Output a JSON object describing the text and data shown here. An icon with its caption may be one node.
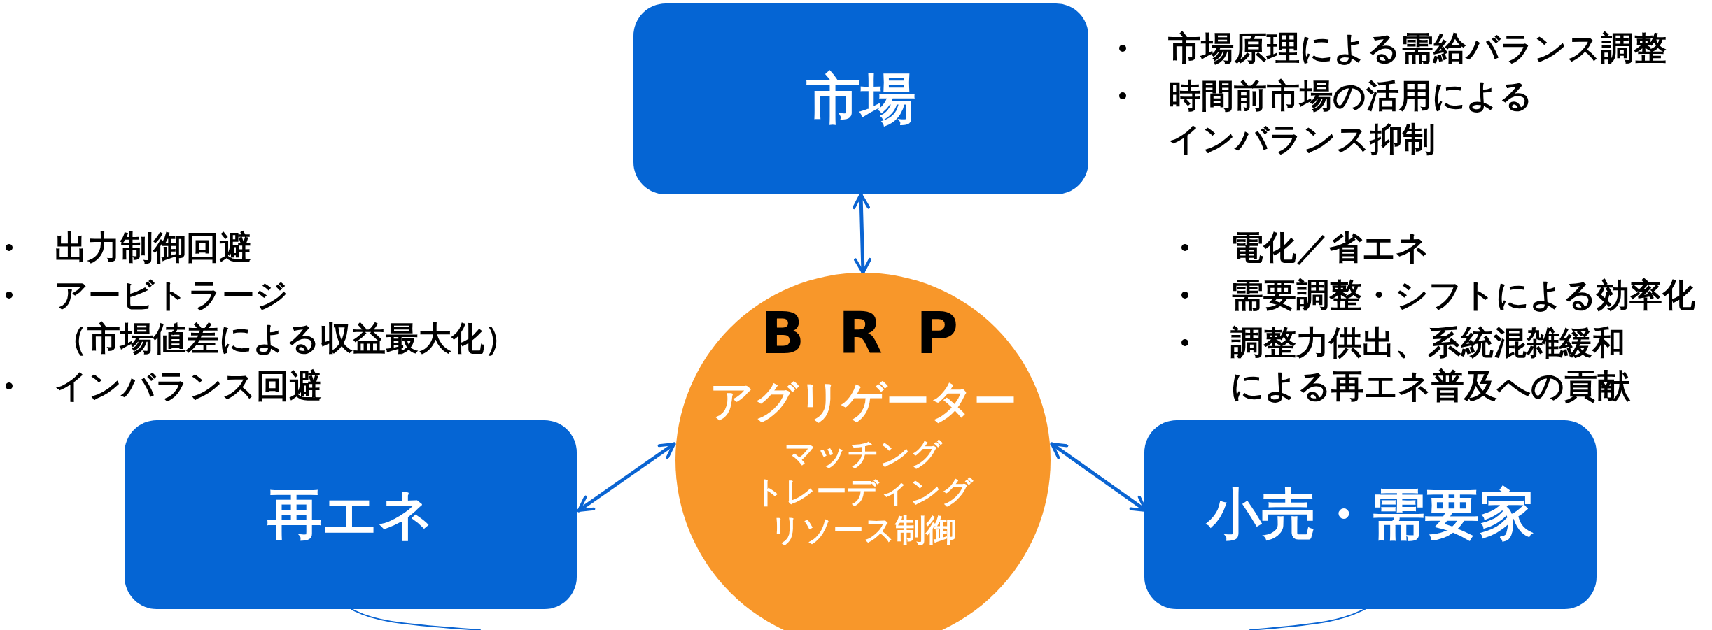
{
  "diagram": {
    "nodes": [
      {
        "text": [
          "市場"
        ],
        "beside": [
          "市場原理による需給バランス調整",
          "時間前市場の活用によるインバランス抑制"
        ]
      },
      {
        "text": [
          "B R P",
          "アグリゲーター",
          "マッチング",
          "トレーディング",
          "リソース制御"
        ]
      },
      {
        "text": [
          "再エネ"
        ],
        "beside": [
          "出力制御回避",
          "アービトラージ（市場値差による収益最大化）",
          "インバランス回避"
        ]
      },
      {
        "text": [
          "小売・需要家"
        ],
        "beside": [
          "電化／省エネ",
          "需要調整・シフトによる効率化",
          "調整力供出、系統混雑緩和による再エネ普及への貢献"
        ]
      }
    ],
    "edges": [
      {
        "from": 0,
        "to": 1,
        "arrow": "both"
      },
      {
        "from": 1,
        "to": 2,
        "arrow": "both"
      },
      {
        "from": 1,
        "to": 3,
        "arrow": "both"
      },
      {
        "from": 2,
        "to": null,
        "arrow": "none"
      },
      {
        "from": 3,
        "to": null,
        "arrow": "none"
      }
    ]
  }
}
